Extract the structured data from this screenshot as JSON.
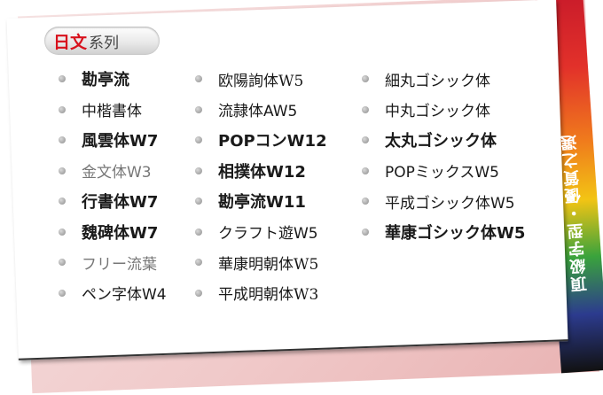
{
  "badge": {
    "main": "日文",
    "sub": "系列"
  },
  "spine_text": "頂級字型・優質之選",
  "columns": [
    [
      {
        "label": "勘亭流",
        "style": "bold"
      },
      {
        "label": "中楷書体",
        "style": "serif"
      },
      {
        "label": "風雲体W7",
        "style": "bold"
      },
      {
        "label": "金文体W3",
        "style": "light"
      },
      {
        "label": "行書体W7",
        "style": "bold"
      },
      {
        "label": "魏碑体W7",
        "style": "bold"
      },
      {
        "label": "フリー流葉",
        "style": "light"
      },
      {
        "label": "ペン字体W4",
        "style": "normal"
      }
    ],
    [
      {
        "label": "欧陽詢体W5",
        "style": "serif"
      },
      {
        "label": "流隷体AW5",
        "style": "normal"
      },
      {
        "label": "POPコンW12",
        "style": "bold"
      },
      {
        "label": "相撲体W12",
        "style": "bold"
      },
      {
        "label": "勘亭流W11",
        "style": "bold"
      },
      {
        "label": "クラフト遊W5",
        "style": "normal"
      },
      {
        "label": "華康明朝体W5",
        "style": "serif"
      },
      {
        "label": "平成明朝体W3",
        "style": "serif"
      }
    ],
    [
      {
        "label": "細丸ゴシック体",
        "style": "normal"
      },
      {
        "label": "中丸ゴシック体",
        "style": "normal"
      },
      {
        "label": "太丸ゴシック体",
        "style": "bold"
      },
      {
        "label": "POPミックスW5",
        "style": "normal"
      },
      {
        "label": "平成ゴシック体W5",
        "style": "normal"
      },
      {
        "label": "華康ゴシック体W5",
        "style": "bold"
      }
    ]
  ]
}
